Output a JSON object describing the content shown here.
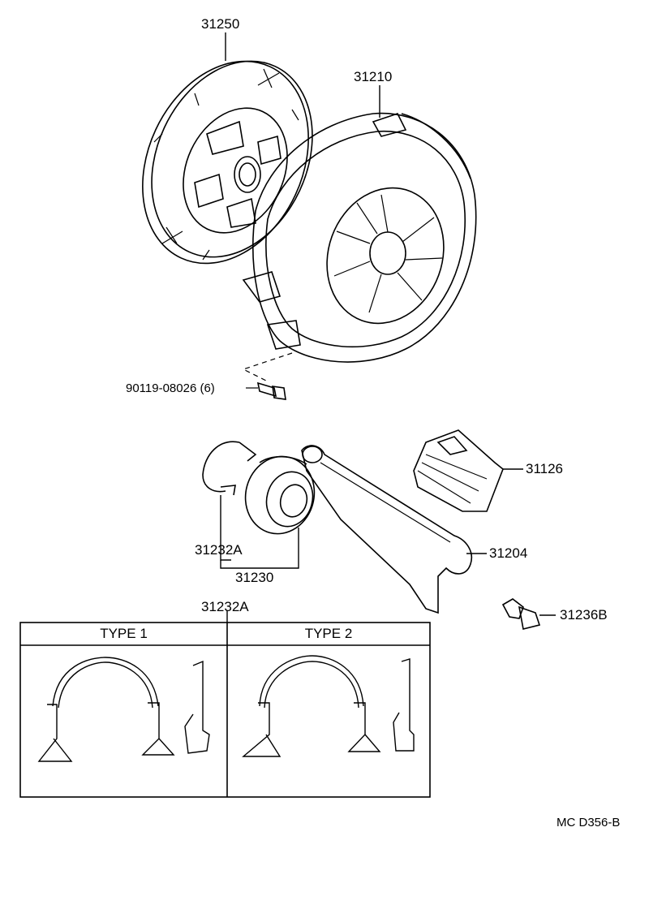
{
  "parts": {
    "clutch_disc": "31250",
    "clutch_cover": "31210",
    "bolt": "90119-08026 (6)",
    "boot": "31126",
    "clip_top": "31232A",
    "release_bearing": "31230",
    "release_fork": "31204",
    "pivot_stud": "31236B",
    "clip_group": "31232A"
  },
  "types": {
    "type1": "TYPE 1",
    "type2": "TYPE 2"
  },
  "drawing_code": "MC D356-B"
}
